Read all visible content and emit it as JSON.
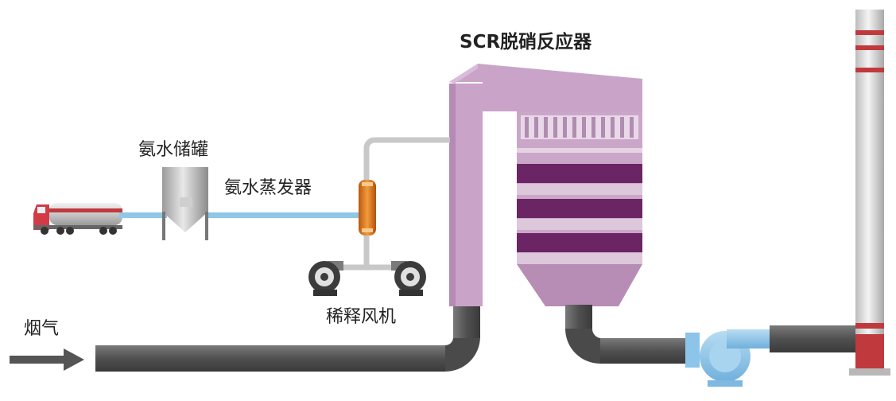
{
  "labels": {
    "reactor_title": "SCR脱硝反应器",
    "ammonia_tank": "氨水储罐",
    "ammonia_evaporator": "氨水蒸发器",
    "dilution_fan": "稀释风机",
    "flue_gas": "烟气"
  },
  "colors": {
    "reactor": "#c9a3c8",
    "catalyst_layer": "#6b2565",
    "flue_pipe": "#555555",
    "ammonia_line": "#8fc7e6",
    "air_line": "#c8c8c8",
    "evaporator": "#e07a1c",
    "stack_band": "#c0393d",
    "fan_blue": "#8cc4ea"
  },
  "icons": {
    "tanker": "tanker-truck-icon",
    "fan": "blower-fan-icon",
    "stack": "chimney-icon",
    "booster_fan": "centrifugal-fan-icon",
    "arrow": "flow-arrow-icon"
  }
}
